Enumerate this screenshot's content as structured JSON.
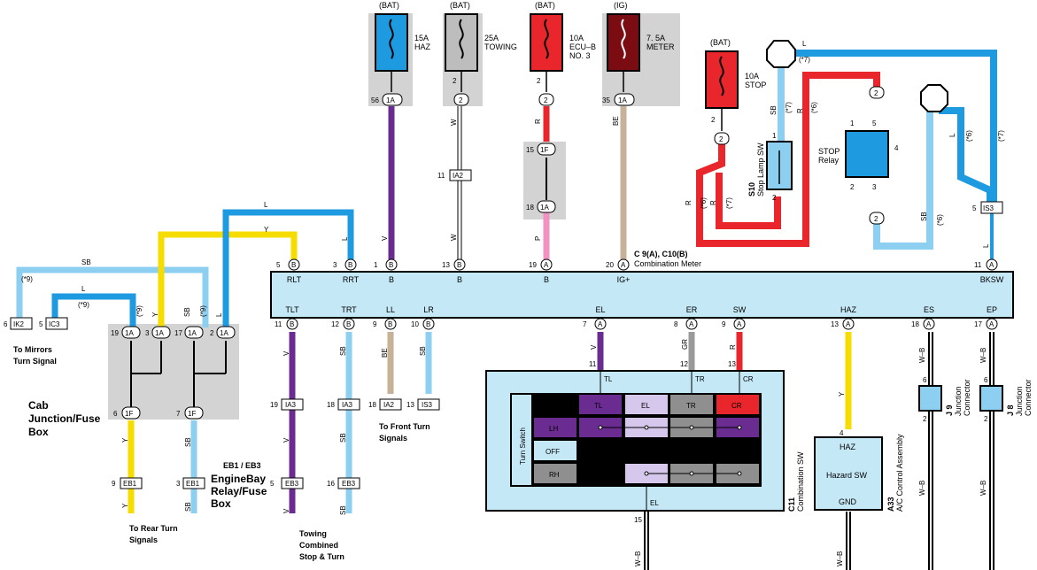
{
  "fuses": [
    {
      "source": "(BAT)",
      "rating": "15A",
      "name": "HAZ",
      "color": "#1e9be0"
    },
    {
      "source": "(BAT)",
      "rating": "25A",
      "name": "TOWING",
      "color": "#bdbdbd"
    },
    {
      "source": "(BAT)",
      "rating": "10A",
      "name": "ECU–B",
      "name2": "NO. 3",
      "color": "#e8262c"
    },
    {
      "source": "(IG)",
      "rating": "7. 5A",
      "name": "METER",
      "color": "#7a0c12"
    }
  ],
  "stop_fuse": {
    "source": "(BAT)",
    "rating": "10A",
    "name": "STOP",
    "color": "#e8262c"
  },
  "combination_meter": {
    "title": "C 9(A), C10(B)",
    "subtitle": "Combination Meter",
    "top_pins": [
      {
        "num": "5",
        "conn": "B",
        "label": "RLT"
      },
      {
        "num": "3",
        "conn": "B",
        "label": "RRT"
      },
      {
        "num": "1",
        "conn": "B",
        "label": "B"
      },
      {
        "num": "13",
        "conn": "B",
        "label": "B"
      },
      {
        "num": "19",
        "conn": "A",
        "label": "B"
      },
      {
        "num": "20",
        "conn": "A",
        "label": "IG+"
      },
      {
        "num": "11",
        "conn": "A",
        "label": "BKSW"
      }
    ],
    "bottom_pins": [
      {
        "num": "11",
        "conn": "B",
        "label": "TLT"
      },
      {
        "num": "12",
        "conn": "B",
        "label": "TRT"
      },
      {
        "num": "9",
        "conn": "B",
        "label": "LL"
      },
      {
        "num": "10",
        "conn": "B",
        "label": "LR"
      },
      {
        "num": "7",
        "conn": "A",
        "label": "EL"
      },
      {
        "num": "8",
        "conn": "A",
        "label": "ER"
      },
      {
        "num": "9",
        "conn": "A",
        "label": "SW"
      },
      {
        "num": "13",
        "conn": "A",
        "label": "HAZ"
      },
      {
        "num": "18",
        "conn": "A",
        "label": "ES"
      },
      {
        "num": "17",
        "conn": "A",
        "label": "EP"
      }
    ]
  },
  "pin_labels": {
    "p56": "56",
    "p1a": "1A",
    "p2": "2",
    "p35": "35",
    "p11": "11",
    "ia2": "IA2",
    "p15": "15",
    "p1f": "1F",
    "p18": "18",
    "p19": "19",
    "p3": "3",
    "p17": "17",
    "p6": "6",
    "p7": "7",
    "p9": "9",
    "eb1": "EB1",
    "p16": "16",
    "eb3": "EB3",
    "ia3": "IA3",
    "is3": "IS3",
    "p5": "5",
    "p1": "1",
    "p4": "4",
    "p12": "12",
    "p13": "13",
    "ik2": "IK2",
    "ic3": "IC3"
  },
  "wire_codes": {
    "L": "L",
    "Y": "Y",
    "SB": "SB",
    "V": "V",
    "W": "W",
    "R": "R",
    "P": "P",
    "BE": "BE",
    "GR": "GR",
    "WB": "W–B",
    "star9": "(*9)",
    "star7": "(*7)",
    "star6": "(*6)"
  },
  "labels": {
    "to_mirrors": "To Mirrors",
    "turn_signal": "Turn Signal",
    "cab_box_1": "Cab",
    "cab_box_2": "Junction/Fuse",
    "cab_box_3": "Box",
    "eb_codes": "EB1 / EB3",
    "eb_box_1": "EngineBay",
    "eb_box_2": "Relay/Fuse",
    "eb_box_3": "Box",
    "rear_1": "To Rear Turn",
    "rear_2": "Signals",
    "towing_1": "Towing",
    "towing_2": "Combined",
    "towing_3": "Stop & Turn",
    "front_1": "To Front Turn",
    "front_2": "Signals",
    "stop_sw_code": "S10",
    "stop_sw_name": "Stop Lamp SW",
    "stop_relay_1": "STOP",
    "stop_relay_2": "Relay",
    "comb_sw_code": "C11",
    "comb_sw_name": "Combination SW",
    "ac_code": "A33",
    "ac_name": "A/C Control Assembly",
    "hazard_top": "HAZ",
    "hazard_name": "Hazard SW",
    "hazard_gnd": "GND",
    "j9_code": "J 9",
    "j9_name": "Junction",
    "j9_name2": "Connector",
    "j8_code": "J 8",
    "j8_name": "Junction",
    "j8_name2": "Connector"
  },
  "turn_switch": {
    "title": "Turn Switch",
    "cols": [
      "TL",
      "EL",
      "TR",
      "CR"
    ],
    "rows": [
      "LH",
      "OFF",
      "RH"
    ],
    "wire_labels": {
      "tl": "TL",
      "tr": "TR",
      "cr": "CR",
      "el": "EL"
    }
  }
}
